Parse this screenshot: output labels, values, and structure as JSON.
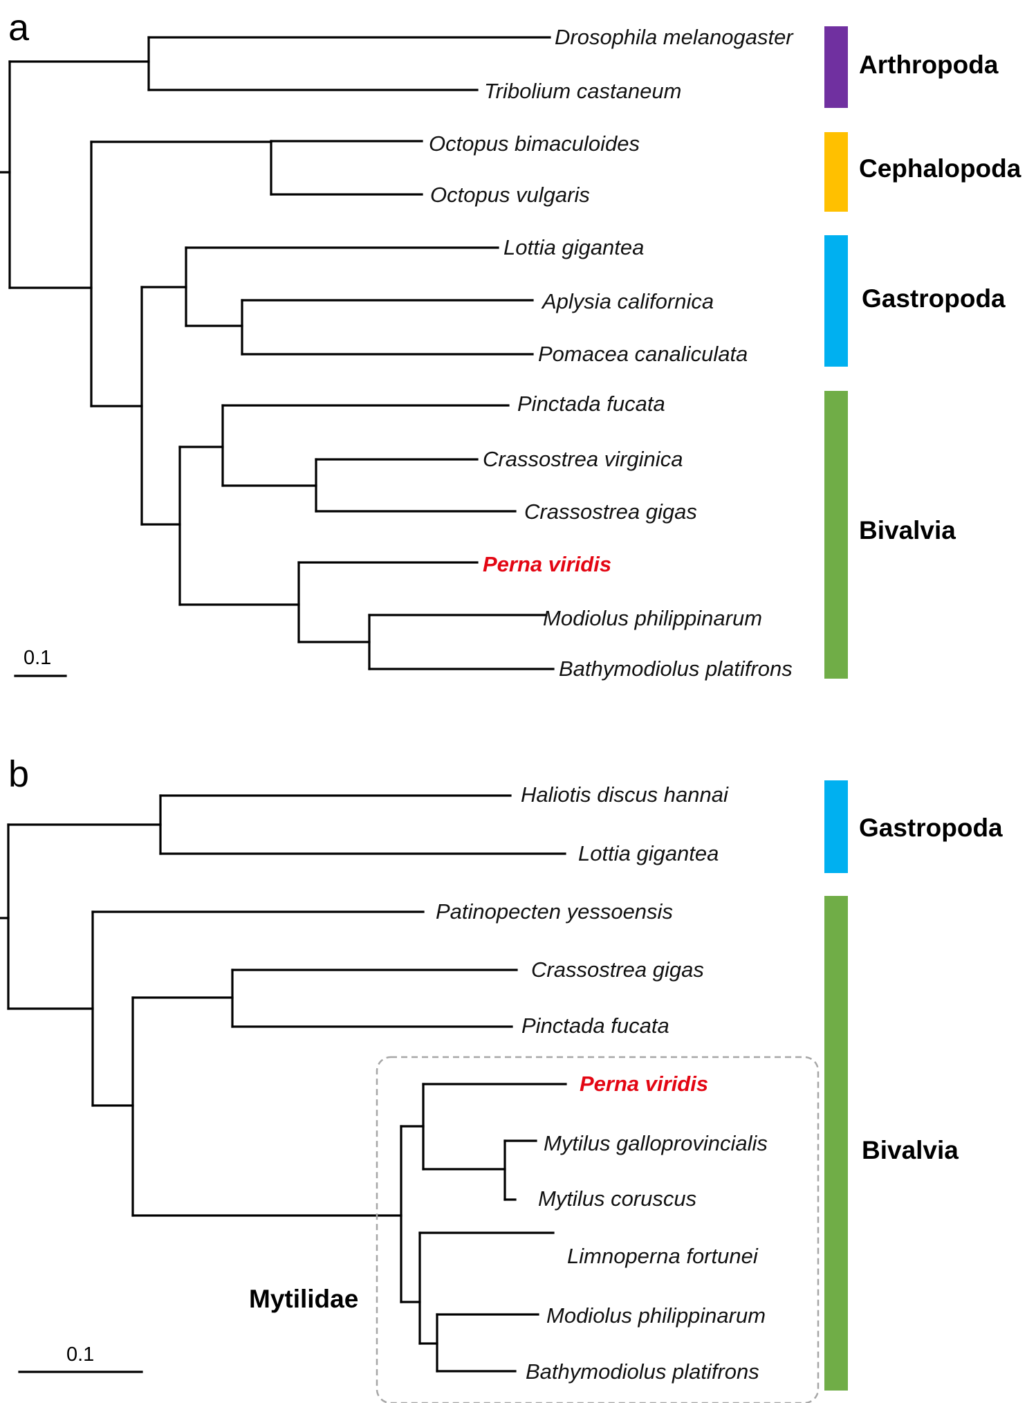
{
  "colors": {
    "arthropoda": "#7030a0",
    "cephalopoda": "#ffc000",
    "gastropoda": "#00b0f0",
    "bivalvia": "#70ad47",
    "highlight": "#e30613"
  },
  "panel_a": {
    "letter": "a",
    "scale_label": "0.1",
    "species": [
      "Drosophila melanogaster",
      "Tribolium castaneum",
      "Octopus bimaculoides",
      "Octopus vulgaris",
      "Lottia gigantea",
      "Aplysia californica",
      "Pomacea canaliculata",
      "Pinctada fucata",
      "Crassostrea virginica",
      "Crassostrea gigas",
      "Perna viridis",
      "Modiolus philippinarum",
      "Bathymodiolus platifrons"
    ],
    "clades": [
      "Arthropoda",
      "Cephalopoda",
      "Gastropoda",
      "Bivalvia"
    ]
  },
  "panel_b": {
    "letter": "b",
    "scale_label": "0.1",
    "species": [
      "Haliotis discus hannai",
      "Lottia gigantea",
      "Patinopecten yessoensis",
      "Crassostrea gigas",
      "Pinctada fucata",
      "Perna viridis",
      "Mytilus galloprovincialis",
      "Mytilus coruscus",
      "Limnoperna fortunei",
      "Modiolus philippinarum",
      "Bathymodiolus platifrons"
    ],
    "clades": [
      "Gastropoda",
      "Bivalvia"
    ],
    "group_label": "Mytilidae"
  }
}
